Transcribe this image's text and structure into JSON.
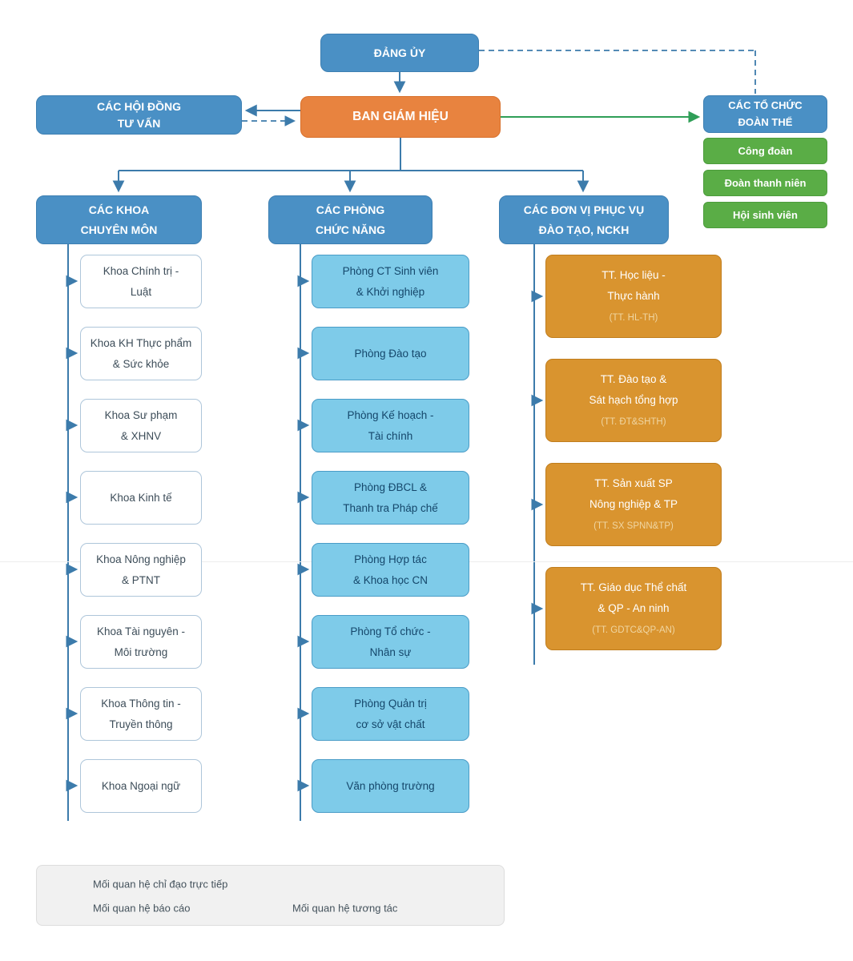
{
  "palette": {
    "header_blue": "#4a90c5",
    "main_orange": "#e8833f",
    "dept_light_blue": "#7ecbe9",
    "union_green": "#5aad46",
    "center_orange": "#d9942f",
    "wire_blue": "#3c7bab",
    "wire_green": "#2f9e57"
  },
  "top": {
    "dang_uy": "ĐẢNG ỦY",
    "ban_giam_hieu": "BAN GIÁM HIỆU",
    "hoi_dong_tu_van": "CÁC HỘI ĐỒNG\nTƯ VẤN",
    "to_chuc_doan_the": "CÁC TỔ CHỨC\nĐOÀN THỂ",
    "doan_the_items": [
      "Công đoàn",
      "Đoàn thanh niên",
      "Hội sinh viên"
    ]
  },
  "columns": [
    {
      "header": "CÁC KHOA\nCHUYÊN MÔN",
      "items": [
        "Khoa Chính trị -\nLuật",
        "Khoa KH Thực phẩm\n& Sức khỏe",
        "Khoa Sư phạm\n& XHNV",
        "Khoa Kinh tế",
        "Khoa Nông nghiệp\n& PTNT",
        "Khoa Tài nguyên -\nMôi trường",
        "Khoa Thông tin -\nTruyền thông",
        "Khoa Ngoại ngữ"
      ]
    },
    {
      "header": "CÁC PHÒNG\nCHỨC NĂNG",
      "items": [
        "Phòng CT Sinh viên\n& Khởi nghiệp",
        "Phòng Đào tạo",
        "Phòng Kế hoạch -\nTài chính",
        "Phòng ĐBCL &\nThanh tra Pháp chế",
        "Phòng Hợp tác\n& Khoa học CN",
        "Phòng Tổ chức -\nNhân sự",
        "Phòng Quản trị\ncơ sở vật chất",
        "Văn phòng trường"
      ]
    },
    {
      "header": "CÁC ĐƠN VỊ PHỤC VỤ\nĐÀO TẠO, NCKH",
      "items": [
        {
          "label": "TT. Học liệu -\nThực hành",
          "sub": "(TT. HL-TH)"
        },
        {
          "label": "TT. Đào tạo &\nSát hạch tổng hợp",
          "sub": "(TT. ĐT&SHTH)"
        },
        {
          "label": "TT. Sản xuất SP\nNông nghiệp & TP",
          "sub": "(TT. SX SPNN&TP)"
        },
        {
          "label": "TT. Giáo dục Thể chất\n& QP - An ninh",
          "sub": "(TT. GDTC&QP-AN)"
        }
      ]
    }
  ],
  "legend": {
    "direct": "Mối quan hệ chỉ đạo trực tiếp",
    "report": "Mối quan hệ báo cáo",
    "interact": "Mối quan hệ tương tác"
  }
}
